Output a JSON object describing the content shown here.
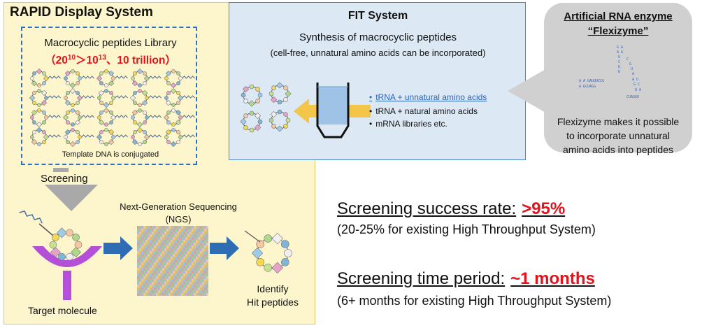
{
  "rapid": {
    "title": "RAPID Display System",
    "library_title": "Macrocyclic peptides Library",
    "count_prefix": "（20",
    "count_exp1": "10",
    "count_mid": "＞10",
    "count_exp2": "13",
    "count_suffix": "、10 trillion）",
    "library_note": "Template DNA is conjugated",
    "screening": "Screening",
    "ngs_line1": "Next-Generation Sequencing",
    "ngs_line2": "(NGS)",
    "target": "Target molecule",
    "hit_line1": "Identify",
    "hit_line2": "Hit peptides"
  },
  "fit": {
    "title": "FIT System",
    "subtitle": "Synthesis of macrocyclic peptides",
    "subtitle2": "(cell-free, unnatural amino acids can be incorporated)",
    "items": [
      "tRNA + unnatural amino acids",
      "tRNA + natural amino acids",
      "mRNA libraries   etc."
    ]
  },
  "flexizyme": {
    "title_line1": "Artificial RNA enzyme",
    "title_line2": "“Flexizyme”",
    "desc_line1": "Flexizyme makes it possible",
    "desc_line2": "to incorporate unnatural",
    "desc_line3": "amino acids into peptides"
  },
  "stats": {
    "success_label": "Screening success rate:",
    "success_value": ">95%",
    "success_note": "(20-25% for existing High Throughput System)",
    "time_label": "Screening time period:",
    "time_value": "~1 months",
    "time_note": "(6+ months for existing High Throughput System)"
  },
  "colors": {
    "accent_red": "#e8101a",
    "dashed_blue": "#2f6fc2",
    "arrow_blue": "#2e6db4",
    "panel_yellow": "#fdf6cc",
    "panel_blue": "#dce8f4",
    "receptor_purple": "#b44fd8"
  },
  "icons": [
    "macrocycle-peptide-icon",
    "test-tube-icon",
    "rna-structure-icon",
    "receptor-icon",
    "funnel-arrow-icon",
    "right-arrow-icon"
  ]
}
